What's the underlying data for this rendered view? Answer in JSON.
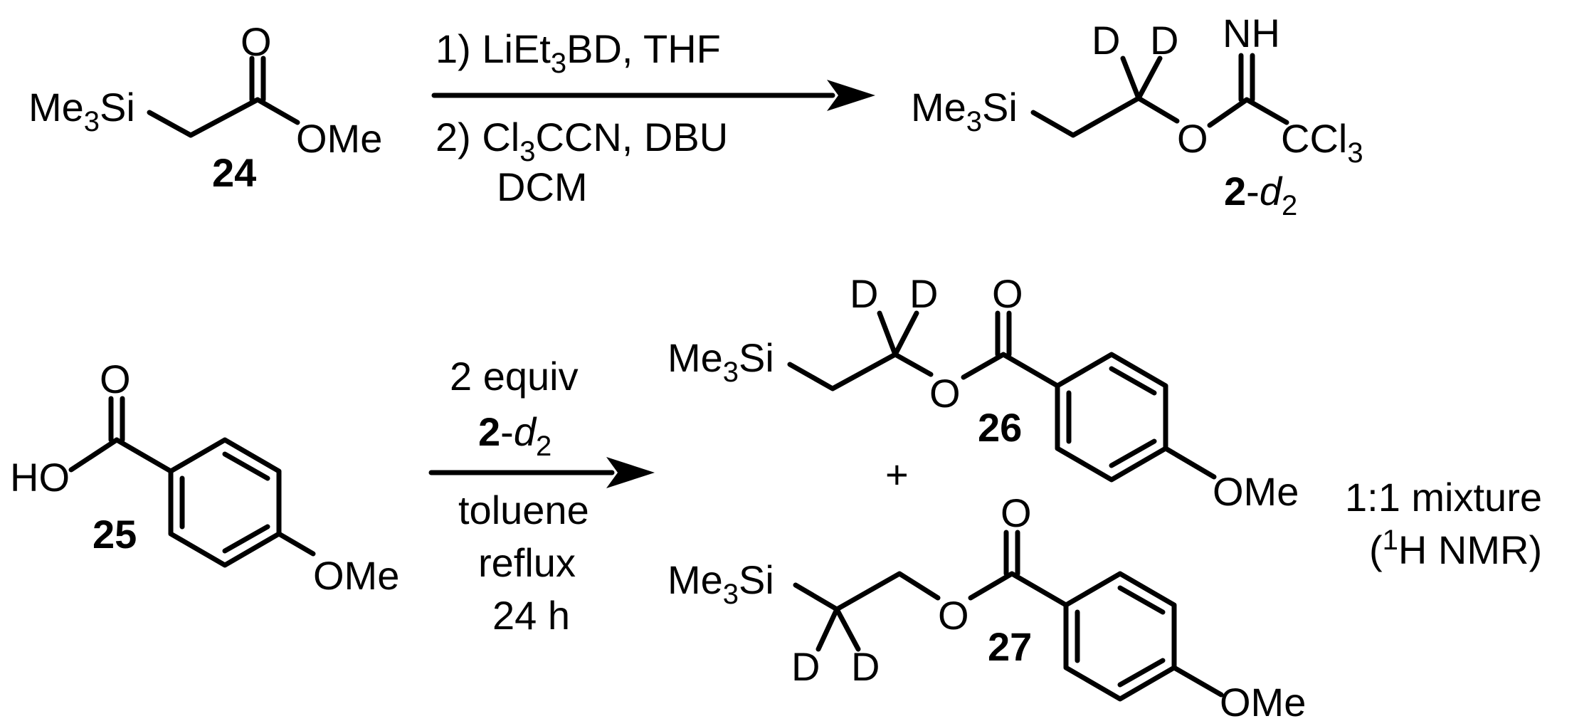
{
  "reaction1": {
    "reagents_line1_a": "1) LiEt",
    "reagents_line1_sub": "3",
    "reagents_line1_b": "BD, THF",
    "reagents_line2_a": "2) Cl",
    "reagents_line2_sub": "3",
    "reagents_line2_b": "CCN, DBU",
    "reagents_line3": "DCM"
  },
  "compound24": {
    "number": "24",
    "me3si_a": "Me",
    "me3si_sub": "3",
    "me3si_b": "Si",
    "carbonyl_o": "O",
    "ome": "OMe"
  },
  "compound2d2": {
    "number_bold": "2",
    "number_dash": "-",
    "number_d": "d",
    "number_sub": "2",
    "me3si_a": "Me",
    "me3si_sub": "3",
    "me3si_b": "Si",
    "d1": "D",
    "d2": "D",
    "nh": "NH",
    "o": "O",
    "ccl3_a": "CCl",
    "ccl3_sub": "3"
  },
  "compound25": {
    "number": "25",
    "carbonyl_o": "O",
    "ho": "HO",
    "ome": "OMe"
  },
  "reaction2": {
    "equiv": "2 equiv",
    "reagent_bold": "2",
    "reagent_dash": "-",
    "reagent_d": "d",
    "reagent_sub": "2",
    "solvent": "toluene",
    "condition": "reflux",
    "time": "24 h"
  },
  "compound26": {
    "number": "26",
    "me3si_a": "Me",
    "me3si_sub": "3",
    "me3si_b": "Si",
    "d1": "D",
    "d2": "D",
    "ester_o": "O",
    "carbonyl_o": "O",
    "ome": "OMe"
  },
  "plus": "+",
  "compound27": {
    "number": "27",
    "me3si_a": "Me",
    "me3si_sub": "3",
    "me3si_b": "Si",
    "d1": "D",
    "d2": "D",
    "ester_o": "O",
    "carbonyl_o": "O",
    "ome": "OMe"
  },
  "result": {
    "line1": "1:1 mixture",
    "line2_open": "(",
    "line2_sup": "1",
    "line2_rest": "H NMR)"
  }
}
